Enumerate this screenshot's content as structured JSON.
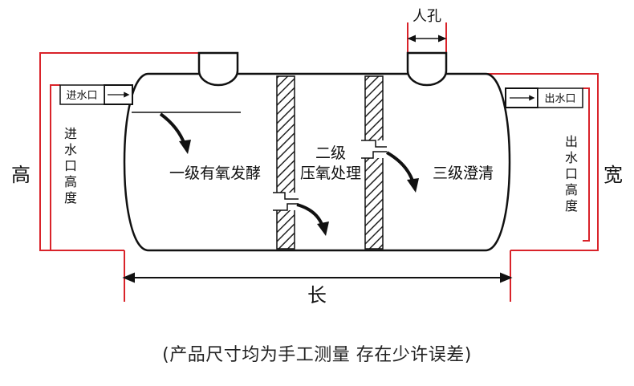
{
  "labels": {
    "manhole": "人孔",
    "inlet": "进水口",
    "outlet": "出水口",
    "height": "高",
    "width": "宽",
    "length": "长",
    "inlet_height": "进水口高度",
    "outlet_height": "出水口高度",
    "stage1": "一级有氧发酵",
    "stage2_line1": "二级",
    "stage2_line2": "压氧处理",
    "stage3": "三级澄清"
  },
  "caption": "(产品尺寸均为手工测量 存在少许误差)",
  "colors": {
    "dimension_line": "#d9232a",
    "outline": "#111111",
    "hatch": "#222222"
  }
}
